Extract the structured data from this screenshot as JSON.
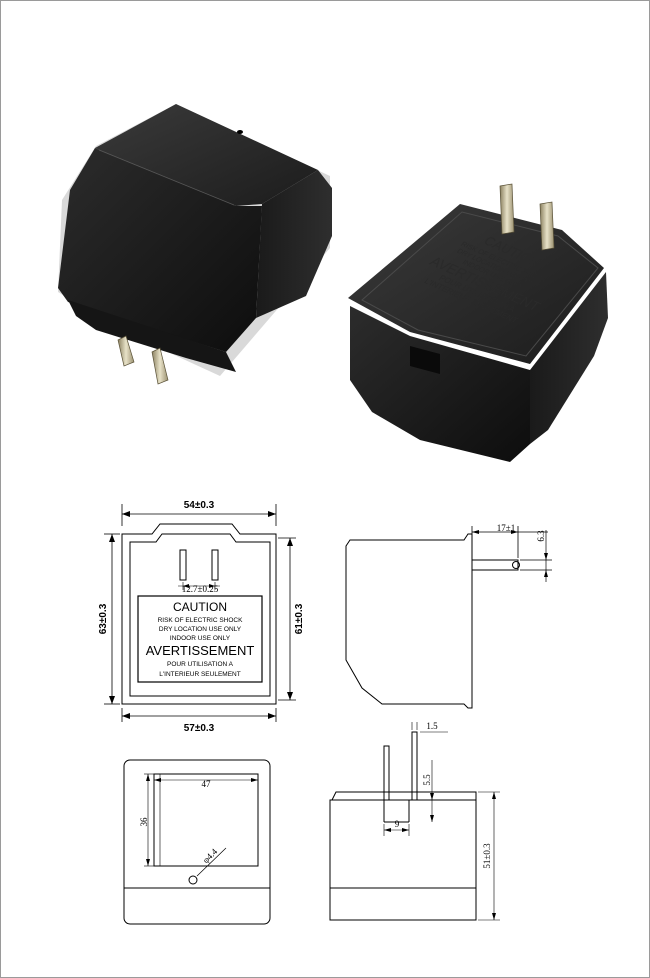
{
  "label": {
    "caution": "CAUTION",
    "line1": "RISK OF ELECTRIC SHOCK",
    "line2": "DRY LOCATION USE ONLY",
    "line3": "INDOOR USE ONLY",
    "avertissement": "AVERTISSEMENT",
    "line4": "POUR UTILISATION A",
    "line5": "L'INTERIEUR SEULEMENT"
  },
  "embossed": {
    "caution": "CAUTION",
    "line1": "RISK OF ELECTRIC SHOCK",
    "line2": "DRY LOCATION USE ONLY",
    "line3": "INDOOR USE ONLY",
    "avertissement": "AVERTISSEMENT",
    "line4": "POUR UTILISATION A",
    "line5": "L'INTERIEUR SEULEMENT"
  },
  "dimensions": {
    "top_width": "54±0.3",
    "bottom_width": "57±0.3",
    "left_height": "63±0.3",
    "right_height": "61±0.3",
    "pin_spacing": "12.7±0.25",
    "pin_length": "17±1",
    "pin_width": "6.3",
    "pin_thickness": "1.5",
    "pin_offset": "5.5",
    "pin_base": "9",
    "depth": "51±0.3",
    "inner_width": "47",
    "inner_height": "36",
    "hole": "φ4.4"
  }
}
